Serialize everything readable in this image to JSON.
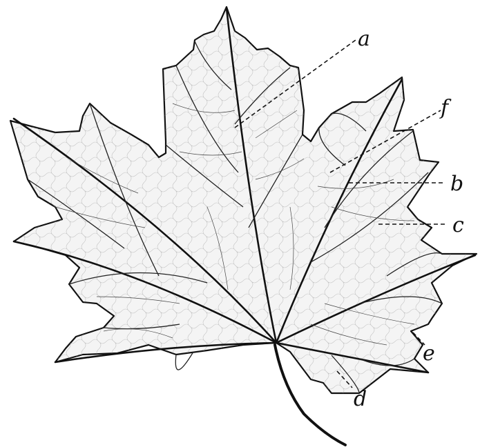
{
  "figure": {
    "labels": {
      "a": "a",
      "b": "b",
      "c": "c",
      "d": "d",
      "e": "e",
      "f": "f"
    }
  }
}
